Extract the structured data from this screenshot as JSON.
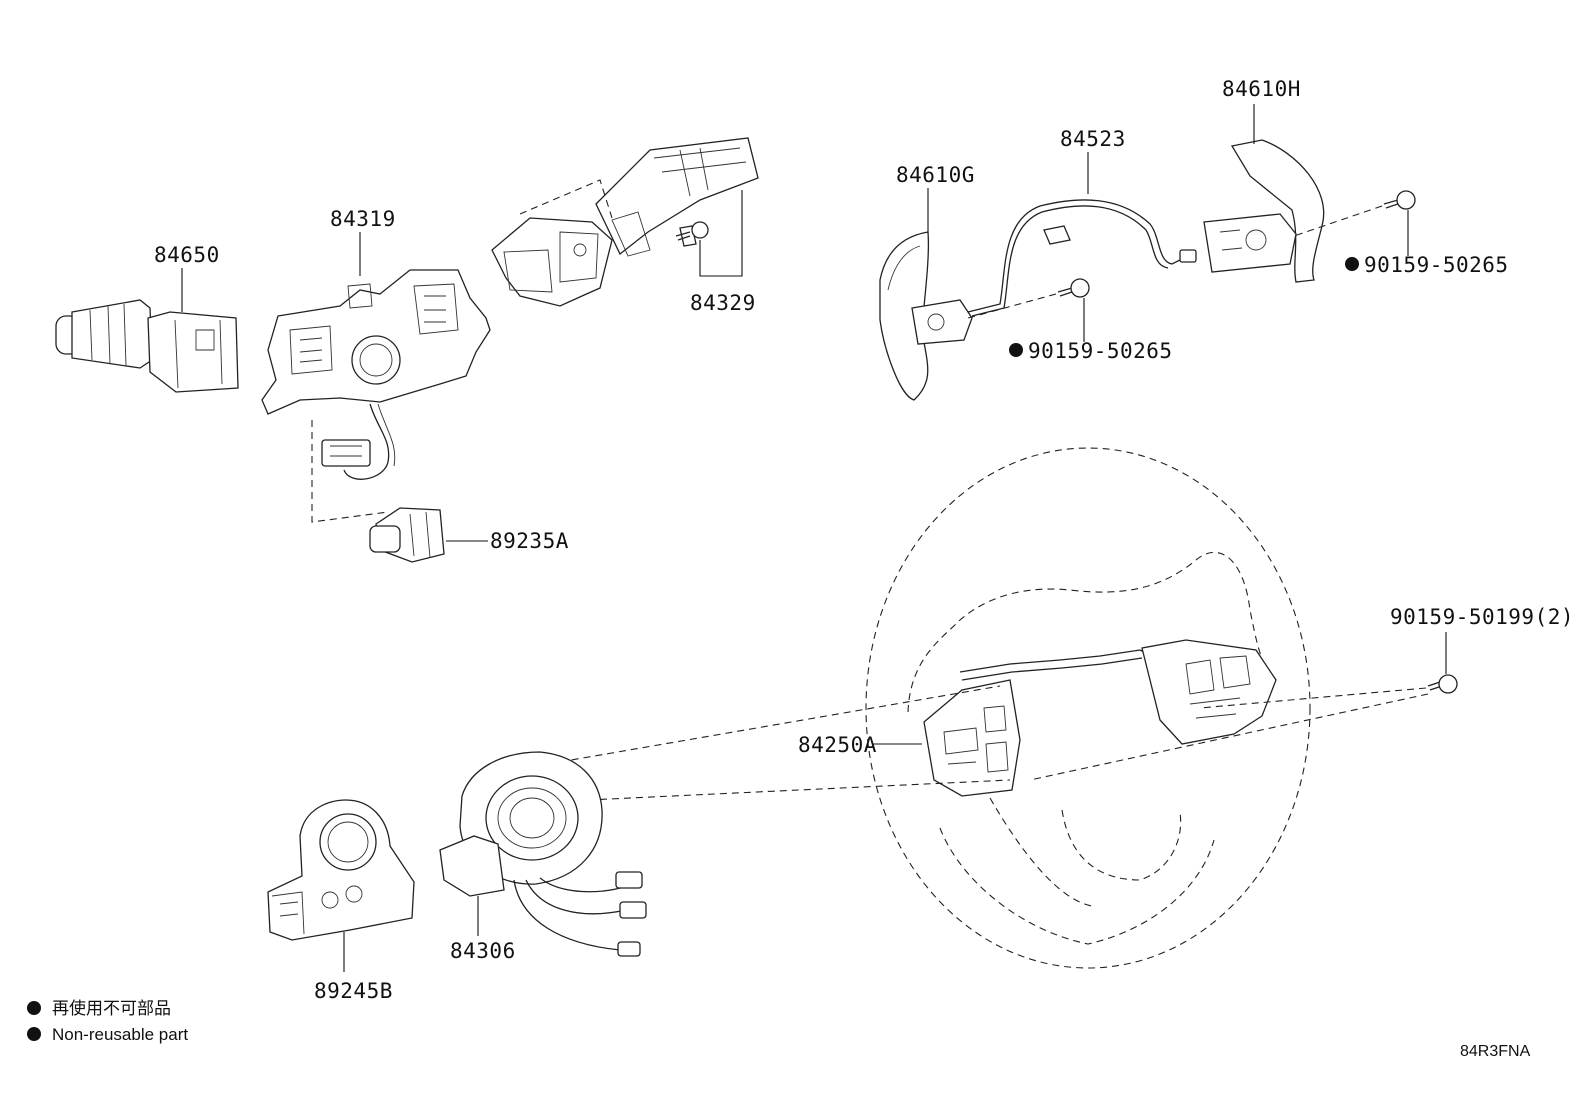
{
  "parts": {
    "p84650": "84650",
    "p84319": "84319",
    "p84329": "84329",
    "p89235A": "89235A",
    "p84610G": "84610G",
    "p84523": "84523",
    "p84610H": "84610H",
    "p90159_50265_a": "90159-50265",
    "p90159_50265_b": "90159-50265",
    "p90159_50199": "90159-50199(2)",
    "p84250A": "84250A",
    "p84306": "84306",
    "p89245B": "89245B"
  },
  "legend": {
    "jp": "再使用不可部品",
    "en": "Non-reusable part"
  },
  "diagram_code": "84R3FNA",
  "colors": {
    "ink": "#111111",
    "background": "#ffffff"
  }
}
